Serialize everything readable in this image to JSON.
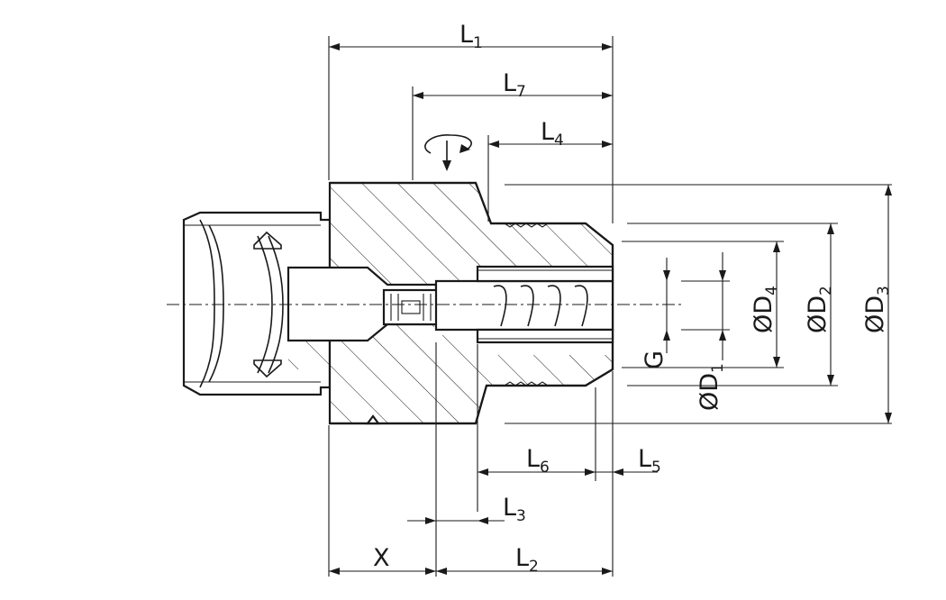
{
  "labels": {
    "L1": {
      "main": "L",
      "sub": "1"
    },
    "L7": {
      "main": "L",
      "sub": "7"
    },
    "L4": {
      "main": "L",
      "sub": "4"
    },
    "L6": {
      "main": "L",
      "sub": "6"
    },
    "L5": {
      "main": "L",
      "sub": "5"
    },
    "L3": {
      "main": "L",
      "sub": "3"
    },
    "L2": {
      "main": "L",
      "sub": "2"
    },
    "X": {
      "main": "X"
    },
    "G": {
      "main": "G"
    },
    "D1": {
      "main": "ØD",
      "sub": "1"
    },
    "D4": {
      "main": "ØD",
      "sub": "4"
    },
    "D2": {
      "main": "ØD",
      "sub": "2"
    },
    "D3": {
      "main": "ØD",
      "sub": "3"
    }
  },
  "colors": {
    "line": "#1a1a1a",
    "background": "#ffffff"
  }
}
